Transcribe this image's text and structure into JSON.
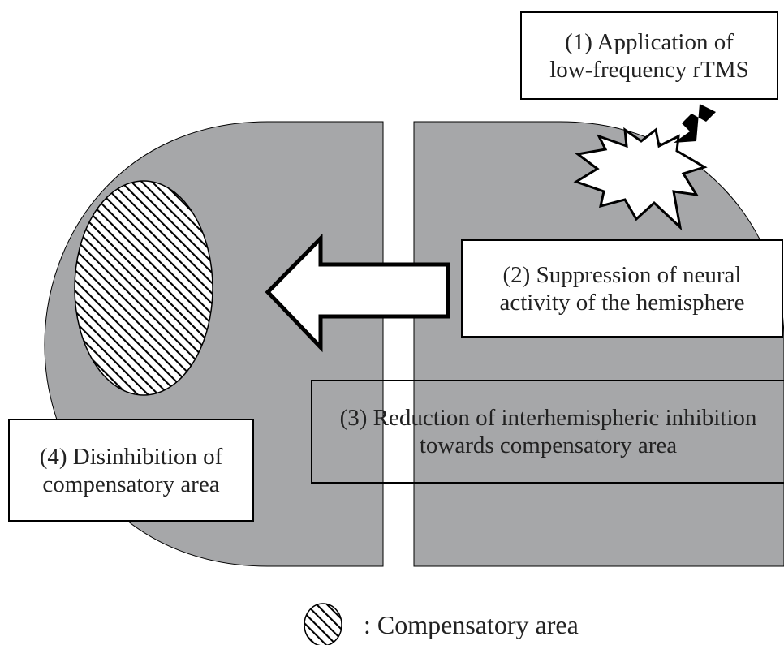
{
  "boxes": {
    "step1": {
      "line1": "(1) Application of",
      "line2": "low-frequency rTMS"
    },
    "step2": {
      "line1": "(2) Suppression of neural",
      "line2": "activity of the hemisphere"
    },
    "step3": {
      "line1": "(3) Reduction of interhemispheric inhibition",
      "line2": "towards compensatory area"
    },
    "step4": {
      "line1": "(4) Disinhibition of",
      "line2": "compensatory area"
    }
  },
  "legend": {
    "label": ": Compensatory area",
    "swatch": "hatched-ellipse"
  },
  "colors": {
    "hemisphere_fill": "#a6a7a9",
    "outline": "#000000",
    "background": "#ffffff"
  }
}
